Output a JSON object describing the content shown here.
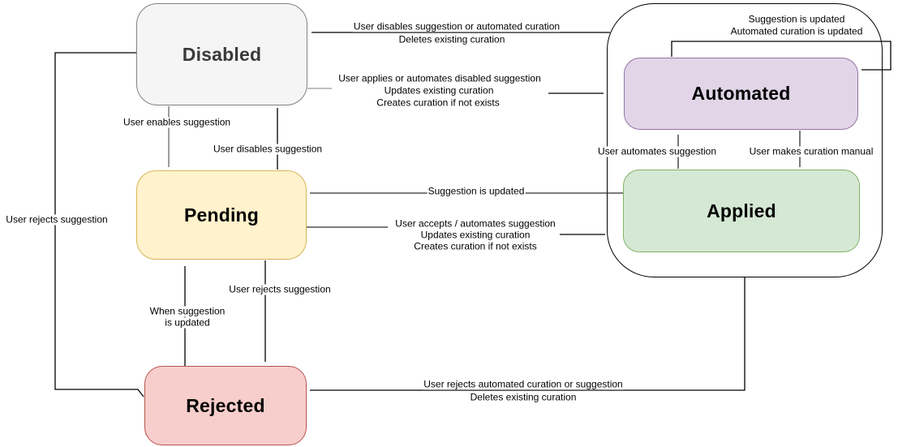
{
  "states": {
    "disabled": {
      "label": "Disabled",
      "fill": "#f5f5f5",
      "border": "#828282"
    },
    "pending": {
      "label": "Pending",
      "fill": "#fff2cc",
      "border": "#d6b656"
    },
    "rejected": {
      "label": "Rejected",
      "fill": "#f8cecc",
      "border": "#b85450"
    },
    "automated": {
      "label": "Automated",
      "fill": "#e1d5e7",
      "border": "#9673a6"
    },
    "applied": {
      "label": "Applied",
      "fill": "#d5e8d4",
      "border": "#82b366"
    }
  },
  "edges": {
    "group_to_disabled": {
      "line1": "User disables suggestion or automated curation",
      "line2": "Deletes existing curation"
    },
    "disabled_to_group": {
      "line1": "User applies or automates disabled suggestion",
      "line2": "Updates existing curation",
      "line3": "Creates curation if not exists"
    },
    "disabled_to_pending": {
      "label": "User enables suggestion"
    },
    "pending_to_disabled": {
      "label": "User disables suggestion"
    },
    "disabled_to_rejected": {
      "label": "User rejects suggestion"
    },
    "automated_self": {
      "line1": "Suggestion is updated",
      "line2": "Automated curation is updated"
    },
    "applied_to_automated": {
      "label": "User automates suggestion"
    },
    "automated_to_applied": {
      "label": "User makes curation manual"
    },
    "applied_to_pending": {
      "label": "Suggestion is updated"
    },
    "pending_to_group": {
      "line1": "User accepts / automates suggestion",
      "line2": "Updates existing curation",
      "line3": "Creates curation if not exists"
    },
    "pending_to_rejected": {
      "label": "User rejects suggestion"
    },
    "rejected_to_pending": {
      "line1": "When suggestion",
      "line2": "is updated"
    },
    "group_to_rejected": {
      "line1": "User rejects automated curation or suggestion",
      "line2": "Deletes existing curation"
    }
  }
}
